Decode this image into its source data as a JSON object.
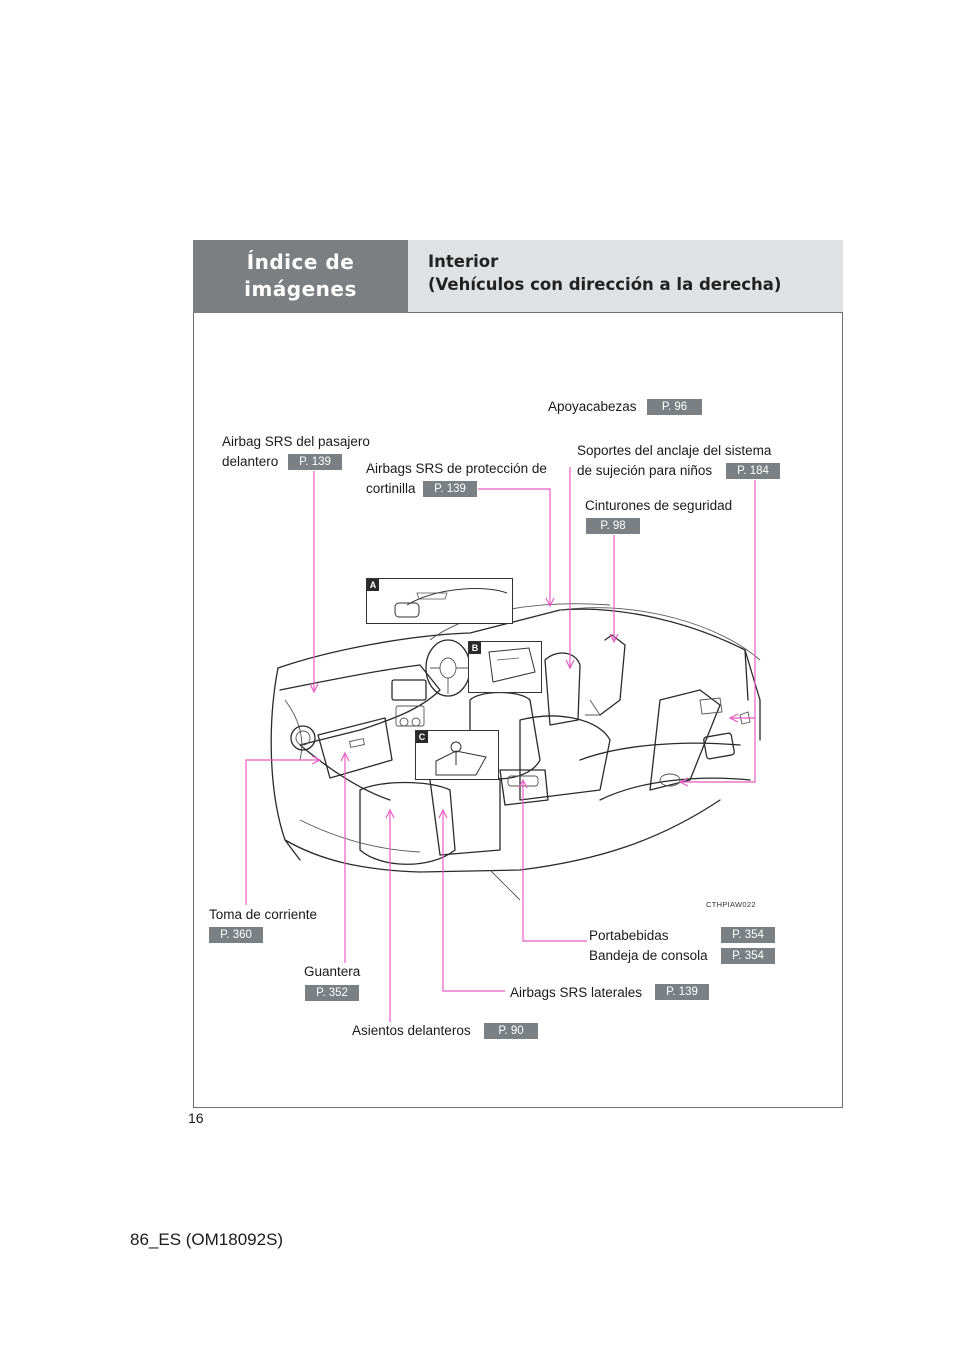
{
  "header": {
    "section_line1": "Índice de",
    "section_line2": "imágenes",
    "title_line1": "Interior",
    "title_line2": "(Vehículos con dirección a la derecha)"
  },
  "callouts": {
    "apoyacabezas": {
      "label": "Apoyacabezas",
      "page": "P. 96"
    },
    "airbag_pasajero": {
      "line1": "Airbag SRS del pasajero",
      "line2": "delantero",
      "page": "P. 139"
    },
    "airbags_cortinilla": {
      "line1": "Airbags SRS de protección de",
      "line2": "cortinilla",
      "page": "P. 139"
    },
    "soportes_anclaje": {
      "line1": "Soportes del anclaje del sistema",
      "line2": "de sujeción para niños",
      "page": "P. 184"
    },
    "cinturones": {
      "label": "Cinturones de seguridad",
      "page": "P. 98"
    },
    "toma_corriente": {
      "label": "Toma de corriente",
      "page": "P. 360"
    },
    "guantera": {
      "label": "Guantera",
      "page": "P. 352"
    },
    "asientos_delanteros": {
      "label": "Asientos delanteros",
      "page": "P. 90"
    },
    "airbags_laterales": {
      "label": "Airbags SRS laterales",
      "page": "P. 139"
    },
    "portabebidas": {
      "label": "Portabebidas",
      "page": "P. 354"
    },
    "bandeja_consola": {
      "label": "Bandeja de consola",
      "page": "P. 354"
    }
  },
  "illustration": {
    "code": "CTHPIAW022",
    "inset_tags": [
      "A",
      "B",
      "C"
    ]
  },
  "page_number": "16",
  "footer": "86_ES (OM18092S)",
  "colors": {
    "leader_line": "#e85cc4",
    "header_dark": "#7b7f82",
    "header_light": "#e0e1e2",
    "page_tag": "#7b8084"
  }
}
